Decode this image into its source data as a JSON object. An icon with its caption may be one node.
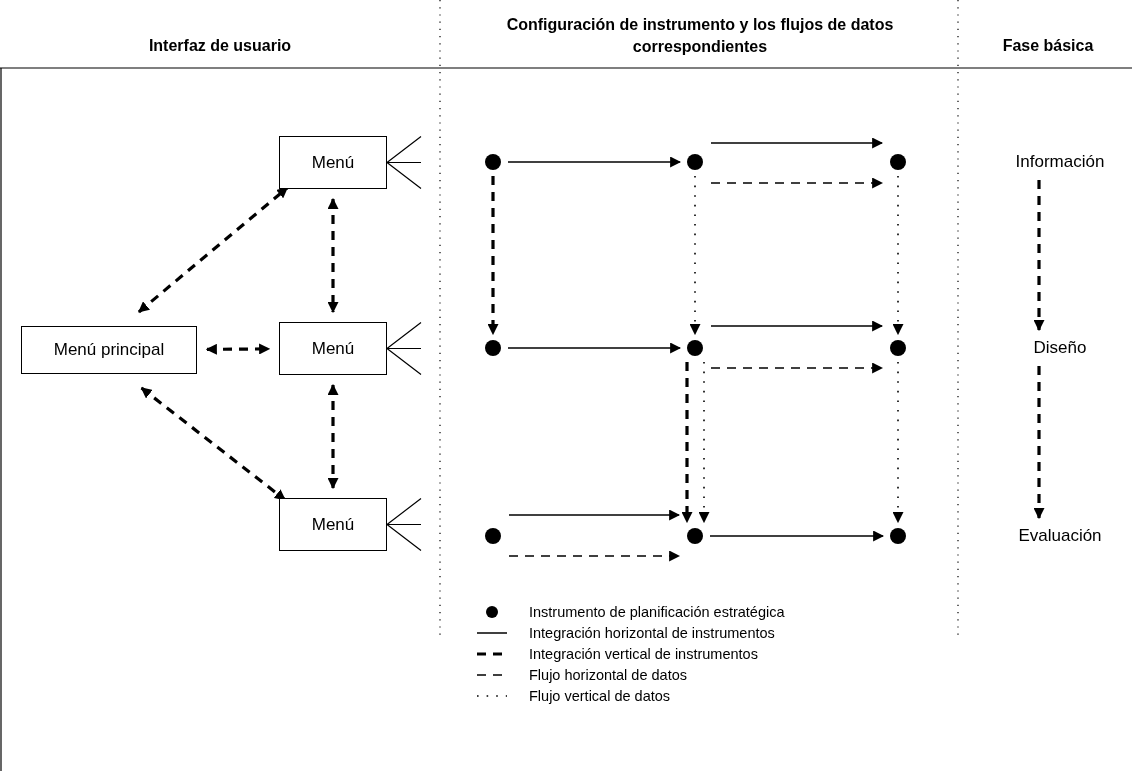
{
  "diagram": {
    "nodes": [
      {
        "text": [
          "Menú principal"
        ]
      },
      {
        "text": [
          "Menú"
        ]
      },
      {
        "text": [
          "Menú"
        ]
      },
      {
        "text": [
          "Menú"
        ]
      },
      {
        "text": [],
        "shape": "circle"
      },
      {
        "text": [],
        "shape": "circle"
      },
      {
        "text": [],
        "shape": "circle"
      },
      {
        "text": [],
        "shape": "circle"
      },
      {
        "text": [],
        "shape": "circle"
      },
      {
        "text": [],
        "shape": "circle"
      },
      {
        "text": [],
        "shape": "circle"
      },
      {
        "text": [],
        "shape": "circle"
      },
      {
        "text": [],
        "shape": "circle"
      },
      {
        "text": [
          "Información"
        ]
      },
      {
        "text": [
          "Diseño"
        ]
      },
      {
        "text": [
          "Evaluación"
        ]
      }
    ],
    "edges": [
      {
        "from": 0,
        "to": 1,
        "arrow": "both",
        "style": "dashed"
      },
      {
        "from": 0,
        "to": 2,
        "arrow": "both",
        "style": "dashed"
      },
      {
        "from": 0,
        "to": 3,
        "arrow": "both",
        "style": "dashed"
      },
      {
        "from": 1,
        "to": 2,
        "arrow": "both",
        "style": "dashed"
      },
      {
        "from": 2,
        "to": 3,
        "arrow": "both",
        "style": "dashed"
      },
      {
        "from": 4,
        "to": 5,
        "arrow": "to"
      },
      {
        "from": 5,
        "to": 6,
        "arrow": "to"
      },
      {
        "from": 5,
        "to": 6,
        "arrow": "to",
        "style": "dashed"
      },
      {
        "from": 4,
        "to": 7,
        "arrow": "to",
        "style": "dashed"
      },
      {
        "from": 5,
        "to": 8,
        "arrow": "to",
        "style": "dashed"
      },
      {
        "from": 6,
        "to": 9,
        "arrow": "to",
        "style": "dashed"
      },
      {
        "from": 7,
        "to": 8,
        "arrow": "to"
      },
      {
        "from": 8,
        "to": 9,
        "arrow": "to"
      },
      {
        "from": 8,
        "to": 9,
        "arrow": "to",
        "style": "dashed"
      },
      {
        "from": 8,
        "to": 11,
        "arrow": "to",
        "style": "dashed"
      },
      {
        "from": 8,
        "to": 11,
        "arrow": "to",
        "style": "dashed"
      },
      {
        "from": 9,
        "to": 12,
        "arrow": "to",
        "style": "dashed"
      },
      {
        "from": 10,
        "to": 11,
        "arrow": "to"
      },
      {
        "from": 10,
        "to": 11,
        "arrow": "to",
        "style": "dashed"
      },
      {
        "from": 11,
        "to": 12,
        "arrow": "to"
      },
      {
        "from": 13,
        "to": 14,
        "arrow": "to",
        "style": "dashed"
      },
      {
        "from": 14,
        "to": 15,
        "arrow": "to",
        "style": "dashed"
      }
    ],
    "labels": [
      "Interfaz de usuario",
      "Configuración de instrumento y los flujos de datos correspondientes",
      "Fase básica"
    ],
    "legend": [
      {
        "text": "Instrumento de planificación estratégica"
      },
      {
        "text": "Integración horizontal de instrumentos"
      },
      {
        "text": "Integración vertical de instrumentos"
      },
      {
        "text": "Flujo horizontal de datos"
      },
      {
        "text": "Flujo vertical de datos"
      }
    ]
  }
}
